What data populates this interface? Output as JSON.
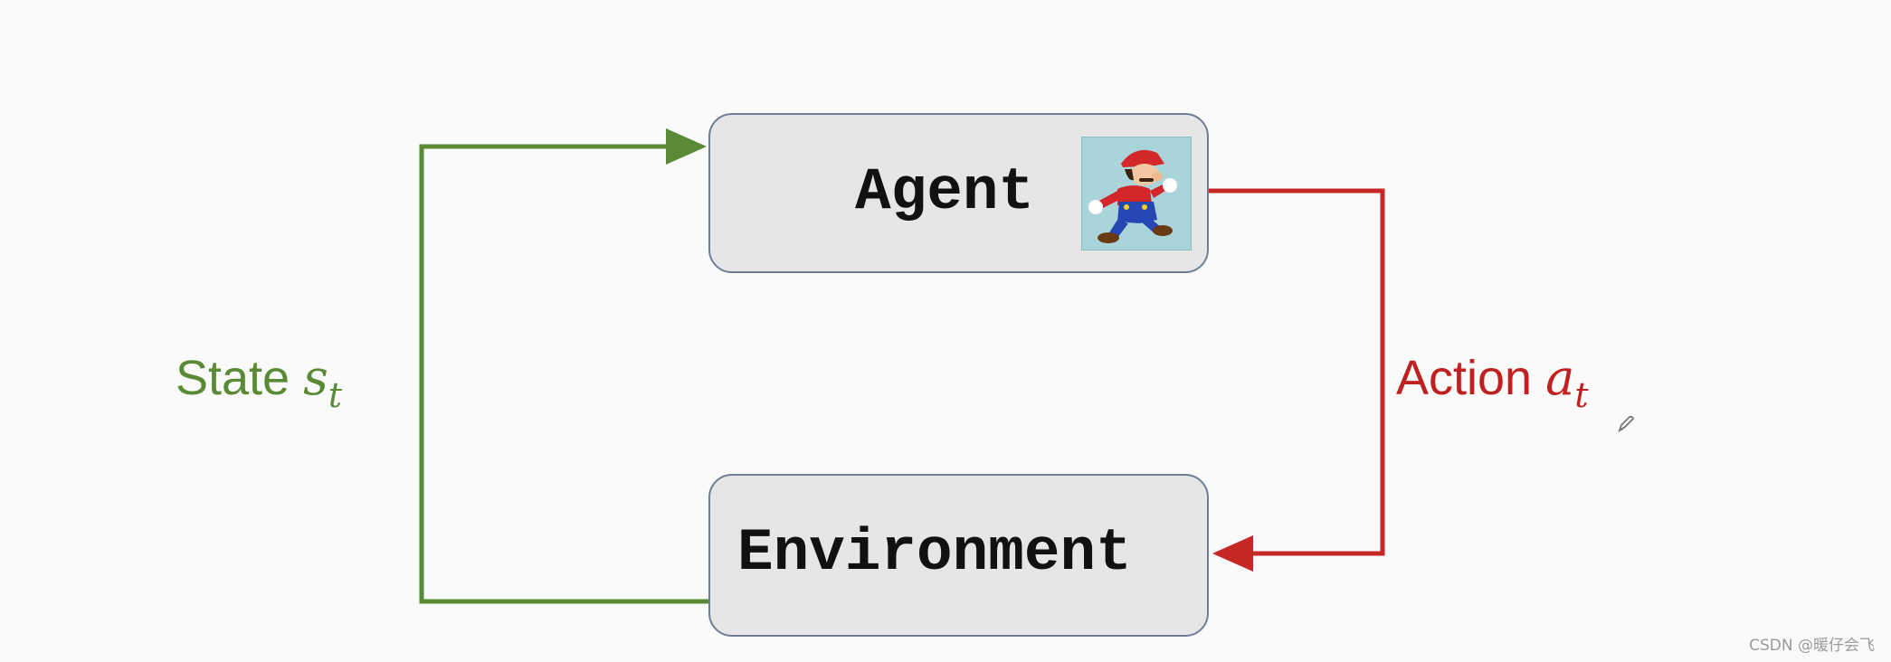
{
  "agent": {
    "label": "Agent",
    "image": "mario-sprite"
  },
  "environment": {
    "label": "Environment"
  },
  "state": {
    "word": "State",
    "var": "s",
    "sub": "t",
    "color": "#5a8a35"
  },
  "action": {
    "word": "Action",
    "var": "a",
    "sub": "t",
    "color": "#c02020"
  },
  "watermark": "CSDN @暖仔会飞",
  "icons": {
    "cursor": "pen-cursor-icon"
  }
}
